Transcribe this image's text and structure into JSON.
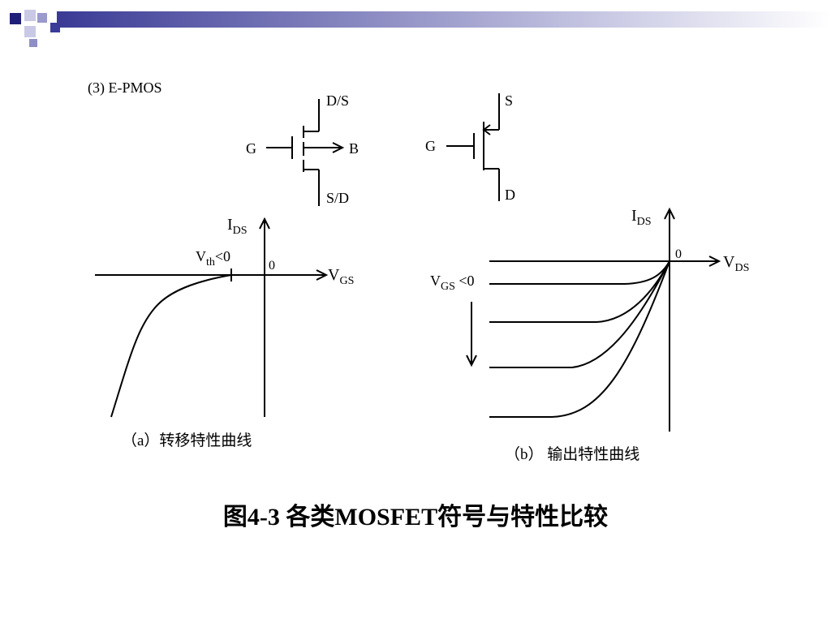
{
  "slide": {
    "header_bar_color": "#7a7ab8",
    "caption": "图4-3 各类MOSFET符号与特性比较"
  },
  "section_label": "(3) E-PMOS",
  "symbol_left": {
    "top_terminal": "D/S",
    "bottom_terminal": "S/D",
    "gate": "G",
    "body": "B"
  },
  "symbol_right": {
    "top_terminal": "S",
    "bottom_terminal": "D",
    "gate": "G"
  },
  "transfer_plot": {
    "y_axis_main": "I",
    "y_axis_sub": "DS",
    "x_axis_main": "V",
    "x_axis_sub": "GS",
    "origin": "0",
    "threshold_main": "V",
    "threshold_sub": "th",
    "threshold_rest": "<0",
    "caption": "（a）转移特性曲线"
  },
  "output_plot": {
    "y_axis_main": "I",
    "y_axis_sub": "DS",
    "x_axis_main": "V",
    "x_axis_sub": "DS",
    "origin": "0",
    "vgs_main": "V",
    "vgs_sub": "GS",
    "vgs_rest": " <0",
    "caption": "（b） 输出特性曲线"
  }
}
